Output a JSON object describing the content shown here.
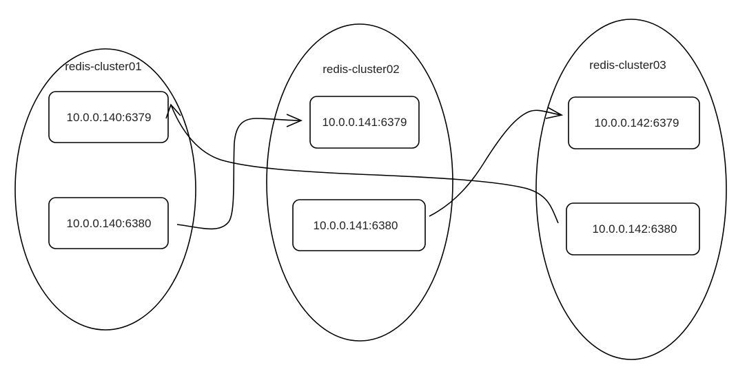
{
  "clusters": [
    {
      "label": "redis-cluster01",
      "nodes": [
        {
          "address": "10.0.0.140:6379"
        },
        {
          "address": "10.0.0.140:6380"
        }
      ]
    },
    {
      "label": "redis-cluster02",
      "nodes": [
        {
          "address": "10.0.0.141:6379"
        },
        {
          "address": "10.0.0.141:6380"
        }
      ]
    },
    {
      "label": "redis-cluster03",
      "nodes": [
        {
          "address": "10.0.0.142:6379"
        },
        {
          "address": "10.0.0.142:6380"
        }
      ]
    }
  ],
  "connections": [
    {
      "from": "10.0.0.140:6380",
      "to": "10.0.0.141:6379"
    },
    {
      "from": "10.0.0.141:6380",
      "to": "10.0.0.142:6379"
    },
    {
      "from": "10.0.0.142:6380",
      "to": "10.0.0.140:6379"
    }
  ]
}
